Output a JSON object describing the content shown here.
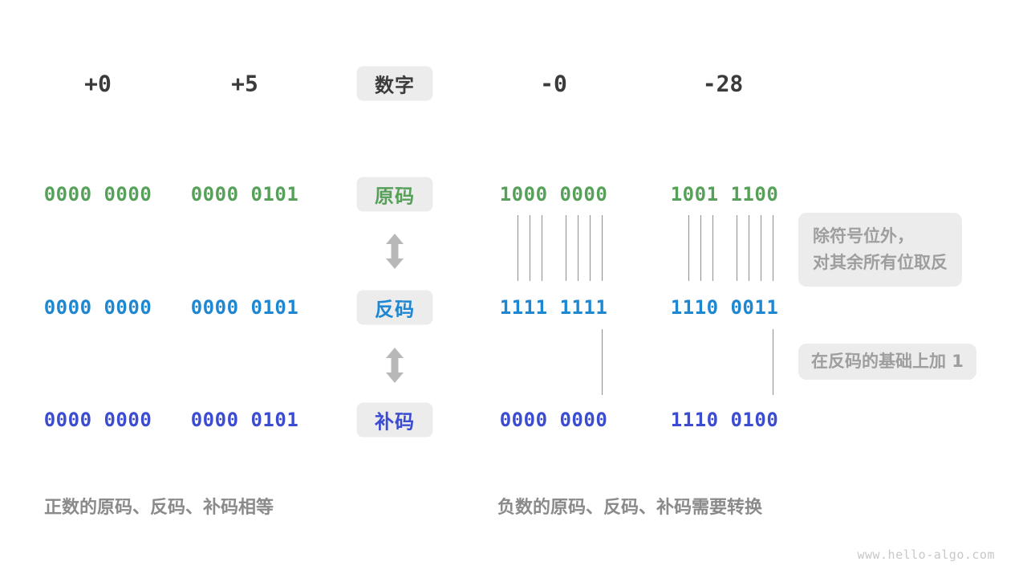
{
  "header": {
    "numbers": [
      "+0",
      "+5",
      "-0",
      "-28"
    ],
    "label": "数字"
  },
  "rows": {
    "sign_magnitude": {
      "label": "原码",
      "values": [
        "0000 0000",
        "0000 0101",
        "1000 0000",
        "1001 1100"
      ]
    },
    "ones_complement": {
      "label": "反码",
      "values": [
        "0000 0000",
        "0000 0101",
        "1111 1111",
        "1110 0011"
      ]
    },
    "twos_complement": {
      "label": "补码",
      "values": [
        "0000 0000",
        "0000 0101",
        "0000 0000",
        "1110 0100"
      ]
    }
  },
  "annotations": {
    "invert_line1": "除符号位外，",
    "invert_line2": "对其余所有位取反",
    "add_one": "在反码的基础上加 1"
  },
  "captions": {
    "positive": "正数的原码、反码、补码相等",
    "negative": "负数的原码、反码、补码需要转换"
  },
  "watermark": "www.hello-algo.com",
  "colors": {
    "green": "#56a05a",
    "blue": "#1e87d2",
    "indigo": "#3b4cd1",
    "dark": "#3b3b3b"
  }
}
